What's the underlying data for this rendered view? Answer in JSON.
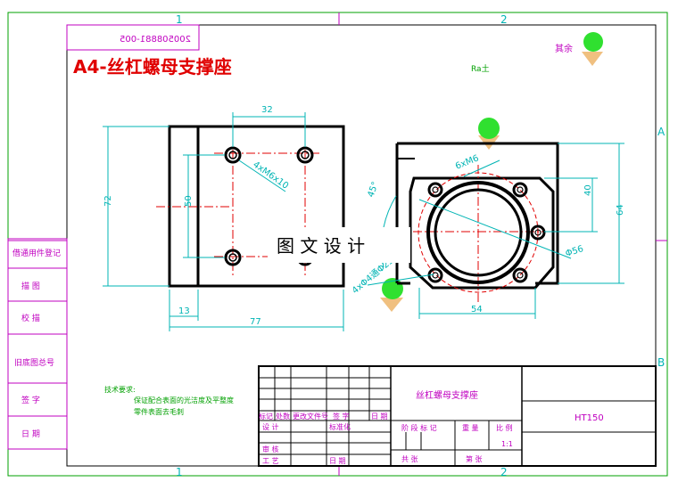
{
  "drawing": {
    "stamp_number": "200508881-005",
    "title": "A4-丝杠螺母支撑座",
    "zones": {
      "top_1": "1",
      "top_2": "2",
      "bottom_1": "1",
      "bottom_2": "2",
      "right_A": "A",
      "right_B": "B"
    },
    "top_note_right": "其余",
    "top_note_center": "Ra土",
    "watermark": "图 文 设 计",
    "left_view": {
      "dim_top": "32",
      "dim_height": "72",
      "dim_inner": "50",
      "dim_left": "13",
      "dim_width": "77",
      "hole_callout": "4xM6x10"
    },
    "right_view": {
      "dim_bolt": "6xM6",
      "dim_angle": "45°",
      "dim_40": "40",
      "dim_64": "64",
      "dim_dia": "Φ56",
      "dim_54": "54",
      "hole_callout": "4xΦ4通Φ25"
    },
    "side_strip": [
      "借通用件登记",
      "描 图",
      "校 描",
      "旧底图总号",
      "签 字",
      "日 期"
    ],
    "tech_notes": {
      "heading": "技术要求:",
      "line1": "保证配合表面的光洁度及平整度",
      "line2": "零件表面去毛刺"
    },
    "title_block": {
      "part_name": "丝杠螺母支撑座",
      "material": "HT150",
      "scale_label": "比 例",
      "scale_value": "1:1",
      "weight_label": "重 量",
      "stage_label": "阶 段 标 记",
      "sheet_total": "共  张",
      "sheet_no": "第  张",
      "rev_headers": [
        "标记",
        "处数",
        "更改文件号",
        "签 字",
        "日 期"
      ],
      "designer": "设 计",
      "standard": "标准化",
      "checker": "审 核",
      "process": "工 艺",
      "date": "日 期"
    }
  }
}
